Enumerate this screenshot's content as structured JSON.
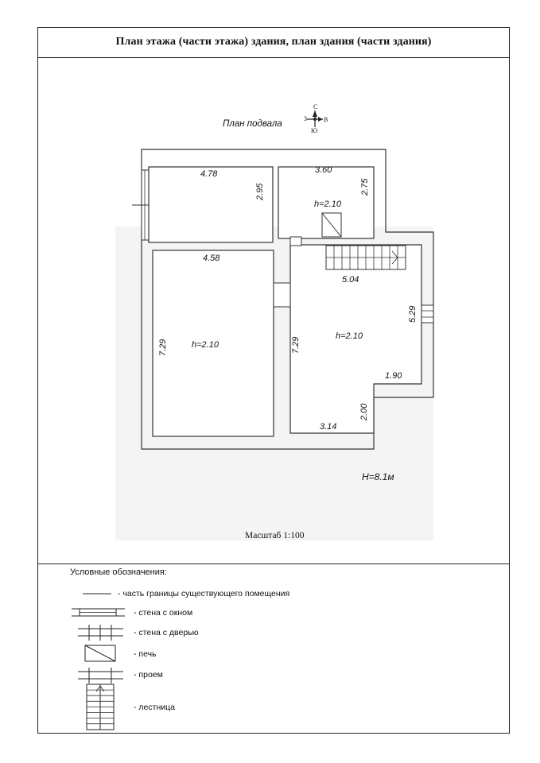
{
  "title": "План этажа (части этажа) здания, план здания (части здания)",
  "plan": {
    "caption": "План подвала",
    "compass": {
      "north": "С",
      "west": "З",
      "east": "В",
      "south": "Ю"
    },
    "rooms": [
      {
        "id": "room-top-left",
        "width_label": "4.78",
        "depth_label": "2.95"
      },
      {
        "id": "room-top-right",
        "width_label": "3.60",
        "depth_label": "2.75",
        "height_label": "h=2.10"
      },
      {
        "id": "room-left-large",
        "width_label": "4.58",
        "depth_label": "7.29",
        "height_label": "h=2.10"
      },
      {
        "id": "room-right-large",
        "stair_label": "5.04",
        "left_label": "7.29",
        "right_label": "5.29",
        "height_label": "h=2.10",
        "step_label": "1.90",
        "bottom_side_label": "2.00",
        "bottom_label": "3.14"
      }
    ],
    "building_height": "H=8.1м"
  },
  "scale": "Масштаб 1:100",
  "legend": {
    "heading": "Условные обозначения:",
    "items": [
      {
        "symbol": "existing-boundary",
        "label": "- часть границы существующего помещения"
      },
      {
        "symbol": "window-wall",
        "label": "- стена с окном"
      },
      {
        "symbol": "door-wall",
        "label": "- стена с дверью"
      },
      {
        "symbol": "stove",
        "label": "- печь"
      },
      {
        "symbol": "opening",
        "label": "- проем"
      },
      {
        "symbol": "stairs",
        "label": "- лестница"
      }
    ]
  }
}
